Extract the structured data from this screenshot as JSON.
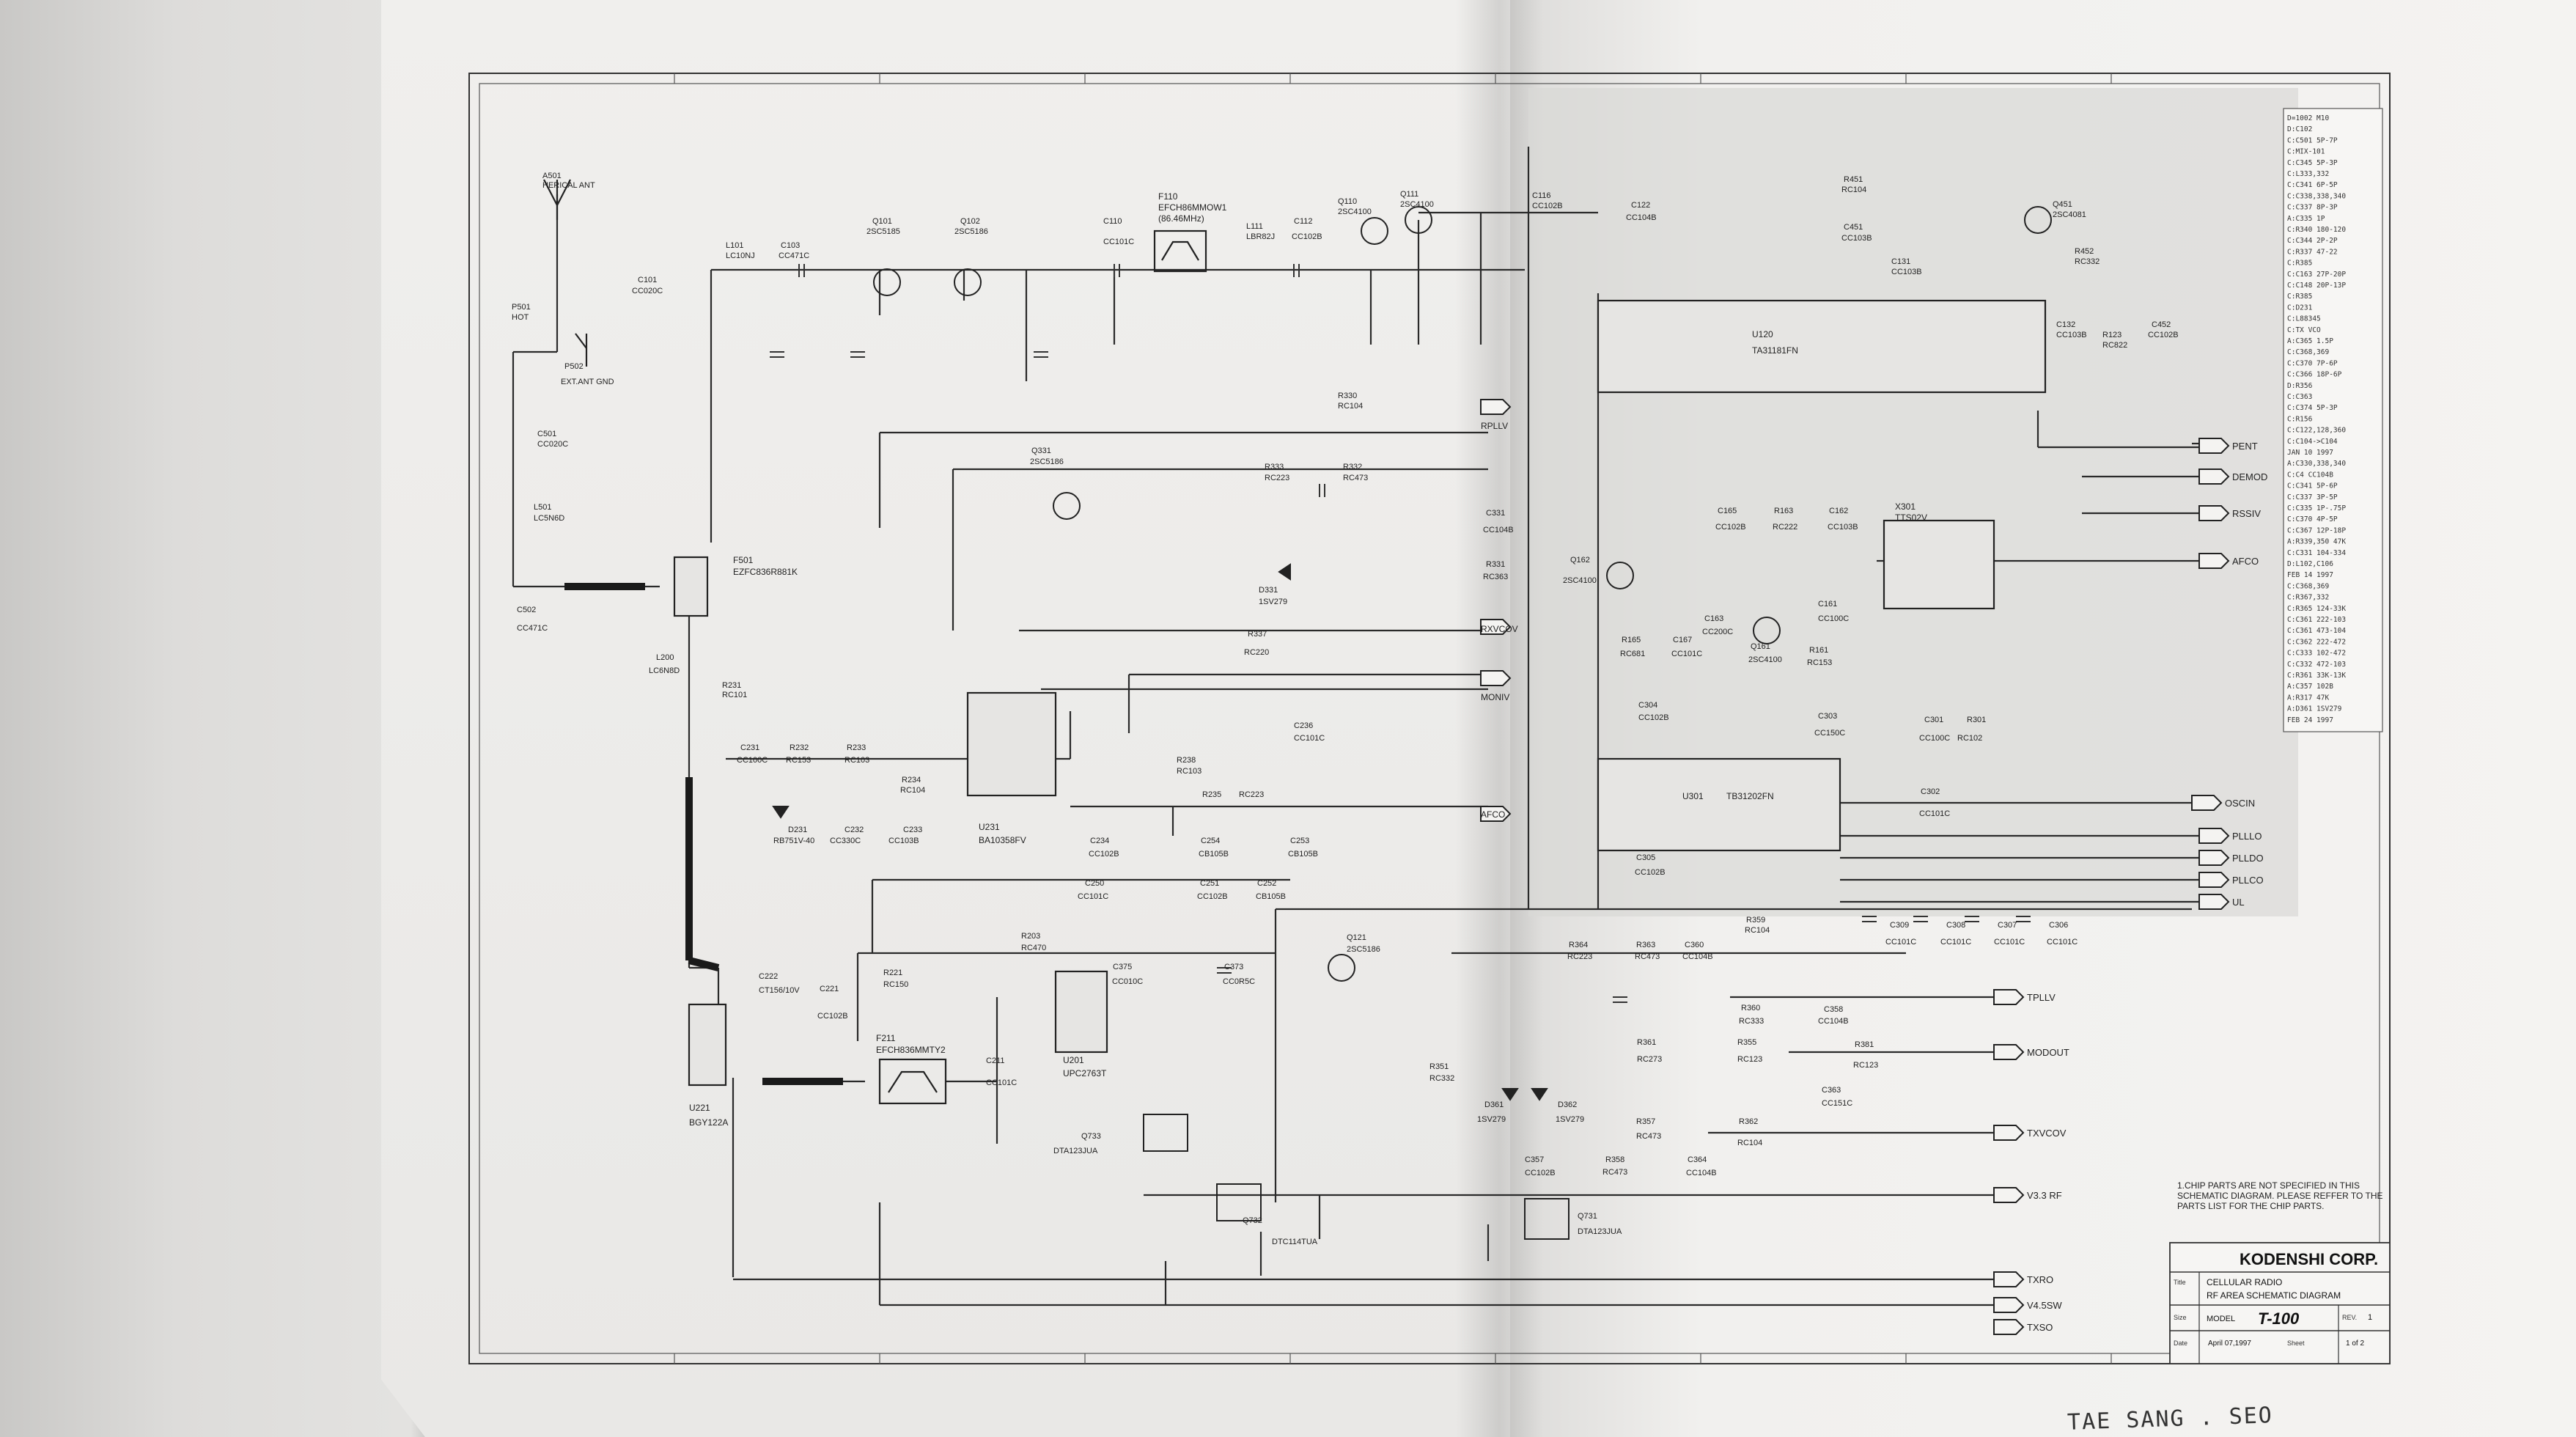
{
  "company": "KODENSHI CORP.",
  "title_label": "Title",
  "title_line1": "CELLULAR RADIO",
  "title_line2": "RF AREA SCHEMATIC DIAGRAM",
  "size_label": "Size",
  "model_label": "MODEL",
  "model_value": "T-100",
  "rev_label": "REV.",
  "rev_value": "1",
  "date_label": "Date",
  "date_value": "April 07,1997",
  "sheet_label": "Sheet",
  "sheet_value": "1 of 2",
  "chip_note": "1.CHIP PARTS ARE NOT SPECIFIED IN THIS SCHEMATIC DIAGRAM. PLEASE REFFER TO THE PARTS LIST FOR THE CHIP PARTS.",
  "handwriting": "TAE SANG . SEO",
  "icons": [
    "antenna-icon",
    "ground-icon",
    "crystal-filter-icon",
    "transistor-icon",
    "diode-icon",
    "ic-icon"
  ],
  "ports_right": [
    "PENT",
    "DEMOD",
    "RSSIV",
    "AFCO",
    "OSCIN",
    "PLLLO",
    "PLLDO",
    "PLLCO",
    "UL",
    "TPLLV",
    "MODOUT",
    "TXVCOV",
    "V3.3 RF",
    "TXRO",
    "V4.5SW",
    "TXSO"
  ],
  "ports_mid": [
    "RPLLV",
    "RXVCOV",
    "MONIV",
    "AFCO"
  ],
  "ics": [
    {
      "ref": "U120",
      "part": "TA31181FN"
    },
    {
      "ref": "U301",
      "part": "TB31202FN"
    },
    {
      "ref": "U231",
      "part": "BA10358FV"
    },
    {
      "ref": "U201",
      "part": "UPC2763T"
    },
    {
      "ref": "U221",
      "part": "BGY122A"
    },
    {
      "ref": "X301",
      "part": "TTS02V"
    }
  ],
  "filters": [
    {
      "ref": "F110",
      "part": "EFCH86MMOW1",
      "note": "(86.46MHz)"
    },
    {
      "ref": "F211",
      "part": "EFCH836MMTY2"
    },
    {
      "ref": "F501",
      "part": "EZFC836R881K"
    }
  ],
  "components": [
    {
      "ref": "A501",
      "part": "HERICAL ANT"
    },
    {
      "ref": "P501",
      "part": "HOT"
    },
    {
      "ref": "P502",
      "part": "EXT.ANT GND"
    },
    {
      "ref": "C101",
      "part": "CC020C"
    },
    {
      "ref": "L101",
      "part": "LC10NJ"
    },
    {
      "ref": "C103",
      "part": "CC471C"
    },
    {
      "ref": "Q101",
      "part": "2SC5185"
    },
    {
      "ref": "Q102",
      "part": "2SC5186"
    },
    {
      "ref": "C110",
      "part": "CC101C"
    },
    {
      "ref": "L111",
      "part": "LBR82J"
    },
    {
      "ref": "C112",
      "part": "CC102B"
    },
    {
      "ref": "Q110",
      "part": "2SC4100"
    },
    {
      "ref": "Q111",
      "part": "2SC4100"
    },
    {
      "ref": "C116",
      "part": "CC102B"
    },
    {
      "ref": "C122",
      "part": "CC104B"
    },
    {
      "ref": "R451",
      "part": "RC104"
    },
    {
      "ref": "C451",
      "part": "CC103B"
    },
    {
      "ref": "Q451",
      "part": "2SC4081"
    },
    {
      "ref": "R452",
      "part": "RC332"
    },
    {
      "ref": "C452",
      "part": "CC102B"
    },
    {
      "ref": "C132",
      "part": "CC103B"
    },
    {
      "ref": "R123",
      "part": "RC822"
    },
    {
      "ref": "C131",
      "part": "CC103B"
    },
    {
      "ref": "C501",
      "part": "CC020C"
    },
    {
      "ref": "L501",
      "part": "LC5N6D"
    },
    {
      "ref": "C502",
      "part": "CC471C"
    },
    {
      "ref": "L200",
      "part": "LC6N8D"
    },
    {
      "ref": "R231",
      "part": "RC101"
    },
    {
      "ref": "C231",
      "part": "CC100C"
    },
    {
      "ref": "R232",
      "part": "RC153"
    },
    {
      "ref": "R233",
      "part": "RC103"
    },
    {
      "ref": "R234",
      "part": "RC104"
    },
    {
      "ref": "D231",
      "part": "RB751V-40"
    },
    {
      "ref": "C232",
      "part": "CC330C"
    },
    {
      "ref": "C233",
      "part": "CC103B"
    },
    {
      "ref": "R238",
      "part": "RC103"
    },
    {
      "ref": "C236",
      "part": "CC101C"
    },
    {
      "ref": "R235",
      "part": "RC223"
    },
    {
      "ref": "C234",
      "part": "CC102B"
    },
    {
      "ref": "C254",
      "part": "CB105B"
    },
    {
      "ref": "C253",
      "part": "CB105B"
    },
    {
      "ref": "C250",
      "part": "CC101C"
    },
    {
      "ref": "C251",
      "part": "CC102B"
    },
    {
      "ref": "C252",
      "part": "CB105B"
    },
    {
      "ref": "Q331",
      "part": "2SC5186"
    },
    {
      "ref": "R330",
      "part": "RC104"
    },
    {
      "ref": "R333",
      "part": "RC223"
    },
    {
      "ref": "R332",
      "part": "RC473"
    },
    {
      "ref": "D331",
      "part": "1SV279"
    },
    {
      "ref": "R337",
      "part": "RC220"
    },
    {
      "ref": "R331",
      "part": "RC363"
    },
    {
      "ref": "C331",
      "part": "CC104B"
    },
    {
      "ref": "Q121",
      "part": "2SC5186"
    },
    {
      "ref": "R203",
      "part": "RC470"
    },
    {
      "ref": "C375",
      "part": "CC010C"
    },
    {
      "ref": "C373",
      "part": "CC0R5C"
    },
    {
      "ref": "R221",
      "part": "RC150"
    },
    {
      "ref": "C222",
      "part": "CT156/10V"
    },
    {
      "ref": "C221",
      "part": "CC102B"
    },
    {
      "ref": "C211",
      "part": "CC101C"
    },
    {
      "ref": "Q733",
      "part": "DTA123JUA"
    },
    {
      "ref": "Q732",
      "part": "DTC114TUA"
    },
    {
      "ref": "Q731",
      "part": "DTA123JUA"
    },
    {
      "ref": "D361",
      "part": "1SV279"
    },
    {
      "ref": "D362",
      "part": "1SV279"
    },
    {
      "ref": "R351",
      "part": "RC332"
    },
    {
      "ref": "R364",
      "part": "RC223"
    },
    {
      "ref": "R363",
      "part": "RC473"
    },
    {
      "ref": "C360",
      "part": "CC104B"
    },
    {
      "ref": "R359",
      "part": "RC104"
    },
    {
      "ref": "C358",
      "part": "CC104B"
    },
    {
      "ref": "R361",
      "part": "RC273"
    },
    {
      "ref": "R355",
      "part": "RC123"
    },
    {
      "ref": "R360",
      "part": "RC333"
    },
    {
      "ref": "R362",
      "part": "RC104"
    },
    {
      "ref": "R357",
      "part": "RC473"
    },
    {
      "ref": "R358",
      "part": "RC473"
    },
    {
      "ref": "C357",
      "part": "CC102B"
    },
    {
      "ref": "C364",
      "part": "CC104B"
    },
    {
      "ref": "R381",
      "part": "RC123"
    },
    {
      "ref": "C363",
      "part": "CC151C"
    },
    {
      "ref": "C304",
      "part": "CC102B"
    },
    {
      "ref": "C303",
      "part": "CC150C"
    },
    {
      "ref": "C301",
      "part": "CC100C"
    },
    {
      "ref": "R301",
      "part": "RC102"
    },
    {
      "ref": "C302",
      "part": "CC101C"
    },
    {
      "ref": "C305",
      "part": "CC102B"
    },
    {
      "ref": "C309",
      "part": "CC101C"
    },
    {
      "ref": "C308",
      "part": "CC101C"
    },
    {
      "ref": "C307",
      "part": "CC101C"
    },
    {
      "ref": "C306",
      "part": "CC101C"
    },
    {
      "ref": "Q162",
      "part": "2SC4100"
    },
    {
      "ref": "Q161",
      "part": "2SC4100"
    },
    {
      "ref": "R165",
      "part": "RC681"
    },
    {
      "ref": "C167",
      "part": "CC101C"
    },
    {
      "ref": "R161",
      "part": "RC153"
    },
    {
      "ref": "R163",
      "part": "RC222"
    },
    {
      "ref": "C162",
      "part": "CC103B"
    },
    {
      "ref": "C161",
      "part": "CC100C"
    },
    {
      "ref": "C165",
      "part": "CC102B"
    },
    {
      "ref": "C163",
      "part": "CC200C"
    }
  ],
  "revision_notes": [
    "D=1002 M10",
    "D:C102",
    "C:C501 5P-7P",
    "C:MIX-101",
    "C:C345 5P-3P",
    "C:L333,332",
    "C:C341 6P-5P",
    "C:C338,338,340",
    "C:C337 8P-3P",
    "A:C335 1P",
    "C:R340 180-120",
    "C:C344 2P-2P",
    "C:R337 47-22",
    "C:R385",
    "C:C163 27P-20P",
    "C:C148 20P-13P",
    "C:R385",
    "C:D231",
    "C:L88345",
    "C:TX VCO",
    "A:C365 1.5P",
    "C:C368,369",
    "C:C370 7P-6P",
    "C:C366 18P-6P",
    "D:R356",
    "C:C363",
    "C:C374 5P-3P",
    "C:R156",
    "C:C122,128,360",
    "C:C104->C104",
    "JAN 10 1997",
    "A:C330,338,340",
    "C:C4 CC104B",
    "C:C341 5P-6P",
    "C:C337 3P-5P",
    "C:C335 1P-.75P",
    "C:C370 4P-5P",
    "C:C367 12P-18P",
    "A:R339,350 47K",
    "C:C331 104-334",
    "D:L102,C106",
    "FEB 14 1997",
    "C:C368,369",
    "C:R367,332",
    "C:R365 124-33K",
    "C:C361 222-103",
    "C:C361 473-104",
    "C:C362 222-472",
    "C:C333 102-472",
    "C:C332 472-103",
    "C:R361 33K-13K",
    "A:C357 102B",
    "A:R317 47K",
    "A:D361 1SV279",
    "FEB 24 1997"
  ]
}
